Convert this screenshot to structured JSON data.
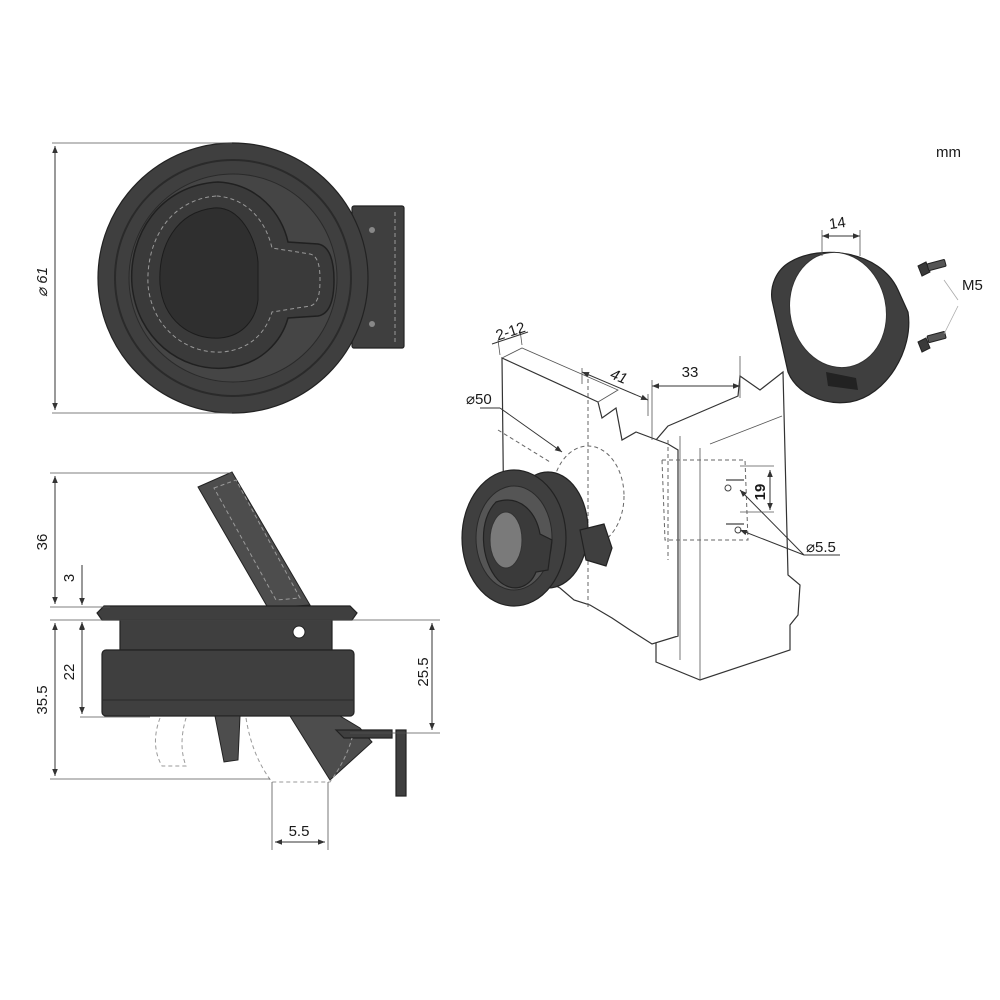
{
  "units_label": "mm",
  "front_view": {
    "diameter_label": "⌀ 61"
  },
  "side_view": {
    "handle_height_label": "36",
    "flange_thickness_label": "3",
    "total_depth_label": "35.5",
    "body_depth_label": "22",
    "latch_depth_label": "25.5",
    "latch_offset_label": "5.5"
  },
  "iso_view": {
    "panel_thickness_label": "2-12",
    "hole_diameter_label": "⌀50",
    "offset_41_label": "41",
    "offset_33_label": "33",
    "hole_spacing_label": "19",
    "screw_hole_label": "⌀5.5",
    "ring_height_label": "14",
    "screw_label": "M5"
  }
}
